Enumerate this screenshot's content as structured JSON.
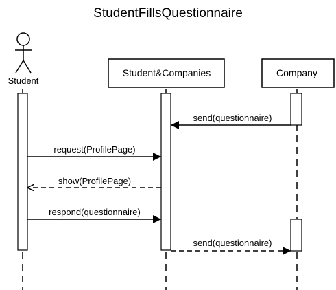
{
  "diagram": {
    "title": "StudentFillsQuestionnaire",
    "participants": [
      {
        "id": "student",
        "label": "Student",
        "kind": "actor"
      },
      {
        "id": "system",
        "label": "Student&Companies",
        "kind": "box"
      },
      {
        "id": "company",
        "label": "Company",
        "kind": "box"
      }
    ],
    "messages": [
      {
        "label": "send(questionnaire)",
        "from": "company",
        "to": "system",
        "style": "solid"
      },
      {
        "label": "request(ProfilePage)",
        "from": "student",
        "to": "system",
        "style": "solid"
      },
      {
        "label": "show(ProfilePage)",
        "from": "system",
        "to": "student",
        "style": "dashed"
      },
      {
        "label": "respond(questionnaire)",
        "from": "student",
        "to": "system",
        "style": "solid"
      },
      {
        "label": "send(questionnaire)",
        "from": "system",
        "to": "company",
        "style": "dashed"
      }
    ]
  },
  "colors": {
    "line": "#000000",
    "background": "#ffffff"
  }
}
